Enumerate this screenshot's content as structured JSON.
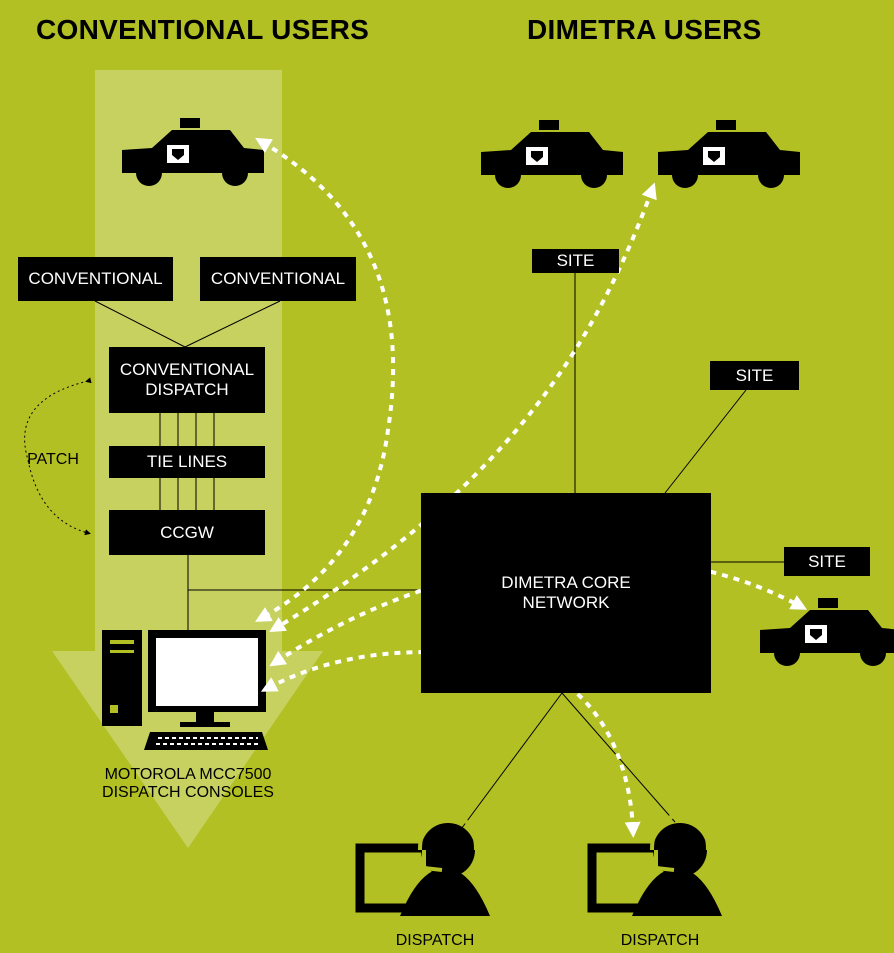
{
  "headings": {
    "conventional_users": "CONVENTIONAL USERS",
    "dimetra_users": "DIMETRA USERS"
  },
  "boxes": {
    "conventional_1": "CONVENTIONAL",
    "conventional_2": "CONVENTIONAL",
    "conventional_dispatch": "CONVENTIONAL\nDISPATCH",
    "tie_lines": "TIE LINES",
    "ccgw": "CCGW",
    "site_top": "SITE",
    "site_mid": "SITE",
    "site_right": "SITE",
    "core_network": "DIMETRA CORE\nNETWORK"
  },
  "labels": {
    "patch": "PATCH",
    "consoles": "MOTOROLA MCC7500\nDISPATCH CONSOLES",
    "dispatch_left": "DISPATCH",
    "dispatch_right": "DISPATCH"
  },
  "icons": [
    "police-car-icon",
    "computer-workstation-icon",
    "dispatcher-headset-icon",
    "flow-arrow-icon"
  ],
  "colors": {
    "background": "#b2c024",
    "arrow": "#c6d15f",
    "boxes": "#000000",
    "radio_links": "#ffffff"
  }
}
